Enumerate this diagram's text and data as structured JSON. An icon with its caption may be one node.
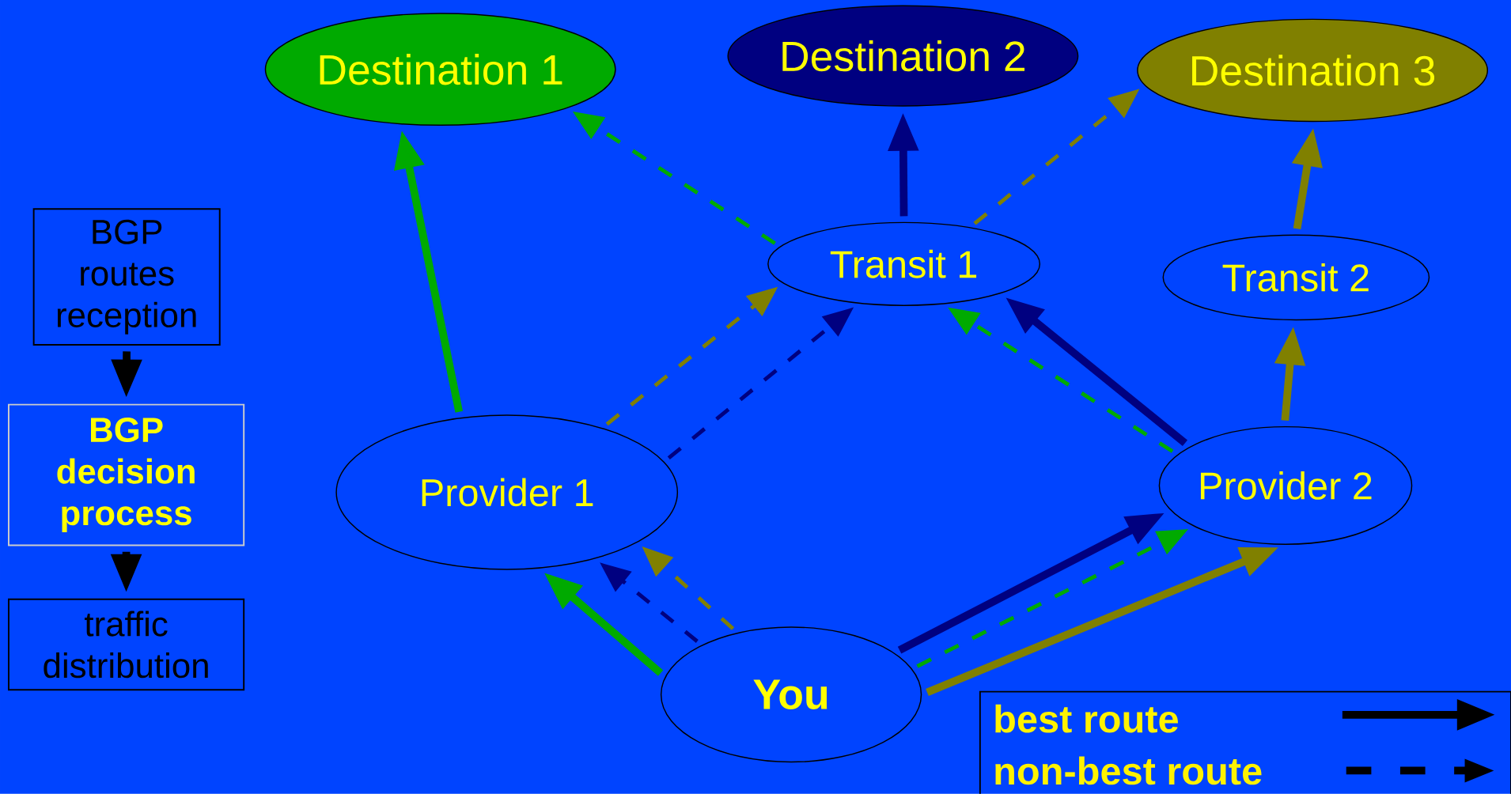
{
  "diagram": {
    "nodes": [
      {
        "text": [
          "Destination 1"
        ]
      },
      {
        "text": [
          "Destination 2"
        ]
      },
      {
        "text": [
          "Destination 3"
        ]
      },
      {
        "text": [
          "Transit 1"
        ]
      },
      {
        "text": [
          "Transit 2"
        ]
      },
      {
        "text": [
          "Provider 1"
        ]
      },
      {
        "text": [
          "Provider 2"
        ]
      },
      {
        "text": [
          "You"
        ]
      },
      {
        "text": [
          "BGP routes reception"
        ]
      },
      {
        "text": [
          "BGP decision process"
        ]
      },
      {
        "text": [
          "traffic distribution"
        ]
      }
    ],
    "edges": [
      {
        "from": 8,
        "to": 9,
        "arrow": "to",
        "color": "#000000"
      },
      {
        "from": 9,
        "to": 10,
        "arrow": "to",
        "color": "#000000"
      },
      {
        "from": 7,
        "to": 5,
        "arrow": "to",
        "color": "#00aa00"
      },
      {
        "from": 7,
        "to": 5,
        "arrow": "to",
        "style": "dashed",
        "color": "#000080"
      },
      {
        "from": 7,
        "to": 5,
        "arrow": "to",
        "style": "dashed",
        "color": "#808000"
      },
      {
        "from": 7,
        "to": 6,
        "arrow": "to",
        "color": "#000080"
      },
      {
        "from": 7,
        "to": 6,
        "arrow": "to",
        "style": "dashed",
        "color": "#00aa00"
      },
      {
        "from": 7,
        "to": 6,
        "arrow": "to",
        "color": "#808000"
      },
      {
        "from": 5,
        "to": 0,
        "arrow": "to",
        "color": "#00aa00"
      },
      {
        "from": 5,
        "to": 3,
        "arrow": "to",
        "style": "dashed",
        "color": "#808000"
      },
      {
        "from": 5,
        "to": 3,
        "arrow": "to",
        "style": "dashed",
        "color": "#000080"
      },
      {
        "from": 6,
        "to": 3,
        "arrow": "to",
        "color": "#000080"
      },
      {
        "from": 6,
        "to": 3,
        "arrow": "to",
        "style": "dashed",
        "color": "#00aa00"
      },
      {
        "from": 6,
        "to": 4,
        "arrow": "to",
        "color": "#808000"
      },
      {
        "from": 3,
        "to": 0,
        "arrow": "to",
        "style": "dashed",
        "color": "#00aa00"
      },
      {
        "from": 3,
        "to": 1,
        "arrow": "to",
        "color": "#000080"
      },
      {
        "from": 3,
        "to": 2,
        "arrow": "to",
        "style": "dashed",
        "color": "#808000"
      },
      {
        "from": 4,
        "to": 2,
        "arrow": "to",
        "color": "#808000"
      }
    ],
    "legend": [
      {
        "text": "best route"
      },
      {
        "text": "non-best route"
      }
    ]
  }
}
